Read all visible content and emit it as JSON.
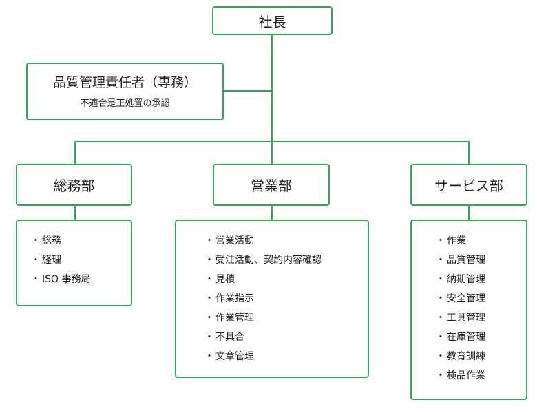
{
  "president": {
    "label": "社長"
  },
  "quality_manager": {
    "title": "品質管理責任者（専務）",
    "duty": "不適合是正処置の承認"
  },
  "departments": [
    {
      "label": "総務部",
      "duties": [
        "総務",
        "経理",
        "ISO 事務局"
      ]
    },
    {
      "label": "営業部",
      "duties": [
        "営業活動",
        "受注活動、契約内容確認",
        "見積",
        "作業指示",
        "作業管理",
        "不具合",
        "文章管理"
      ]
    },
    {
      "label": "サービス部",
      "duties": [
        "作業",
        "品質管理",
        "納期管理",
        "安全管理",
        "工具管理",
        "在庫管理",
        "教育訓練",
        "検品作業"
      ]
    }
  ],
  "colors": {
    "line": "#3aa65a",
    "text": "#222222",
    "background": "#ffffff"
  }
}
